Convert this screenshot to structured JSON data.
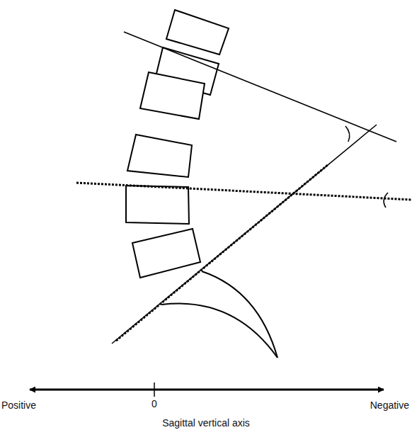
{
  "diagram": {
    "labels": [
      "Positive",
      "0",
      "Negative",
      "Sagittal vertical axis"
    ]
  }
}
